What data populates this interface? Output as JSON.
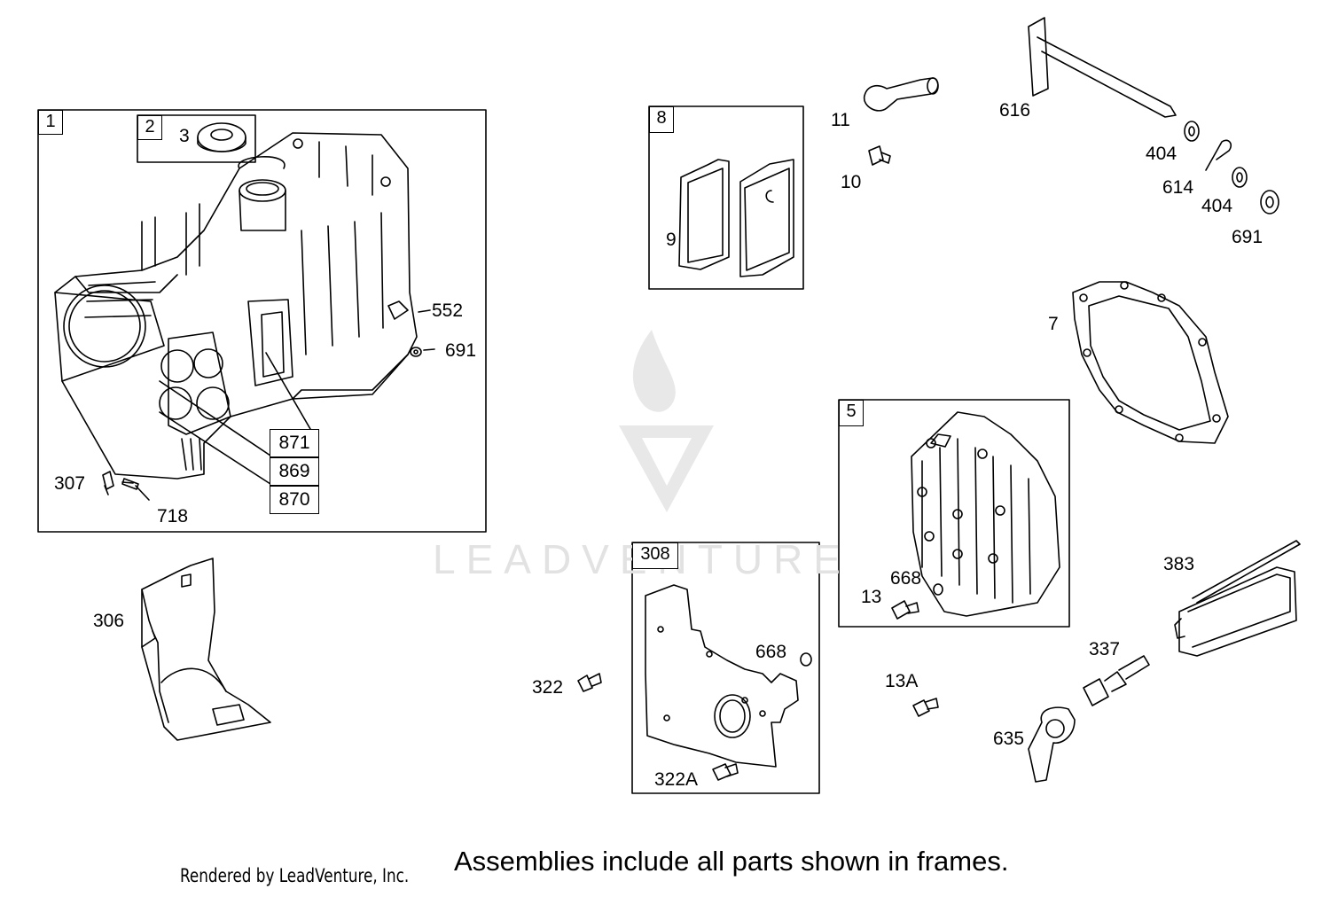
{
  "watermark": {
    "text": "LEADVENTURE"
  },
  "frames": [
    {
      "id": "f1",
      "number": "1"
    },
    {
      "id": "f2",
      "number": "2"
    },
    {
      "id": "f8",
      "number": "8"
    },
    {
      "id": "f5",
      "number": "5"
    },
    {
      "id": "f308",
      "number": "308"
    }
  ],
  "parts": {
    "p3": "3",
    "p552": "552",
    "p691a": "691",
    "p871": "871",
    "p869": "869",
    "p870": "870",
    "p307": "307",
    "p718": "718",
    "p306": "306",
    "p9": "9",
    "p11": "11",
    "p10": "10",
    "p616": "616",
    "p404a": "404",
    "p614": "614",
    "p404b": "404",
    "p691b": "691",
    "p7": "7",
    "p668a": "668",
    "p13": "13",
    "p383": "383",
    "p337": "337",
    "p13A": "13A",
    "p635": "635",
    "p322": "322",
    "p668b": "668",
    "p322A": "322A"
  },
  "footer": {
    "rendered_by": "Rendered by LeadVenture, Inc.",
    "note": "Assemblies include all parts shown in frames."
  }
}
